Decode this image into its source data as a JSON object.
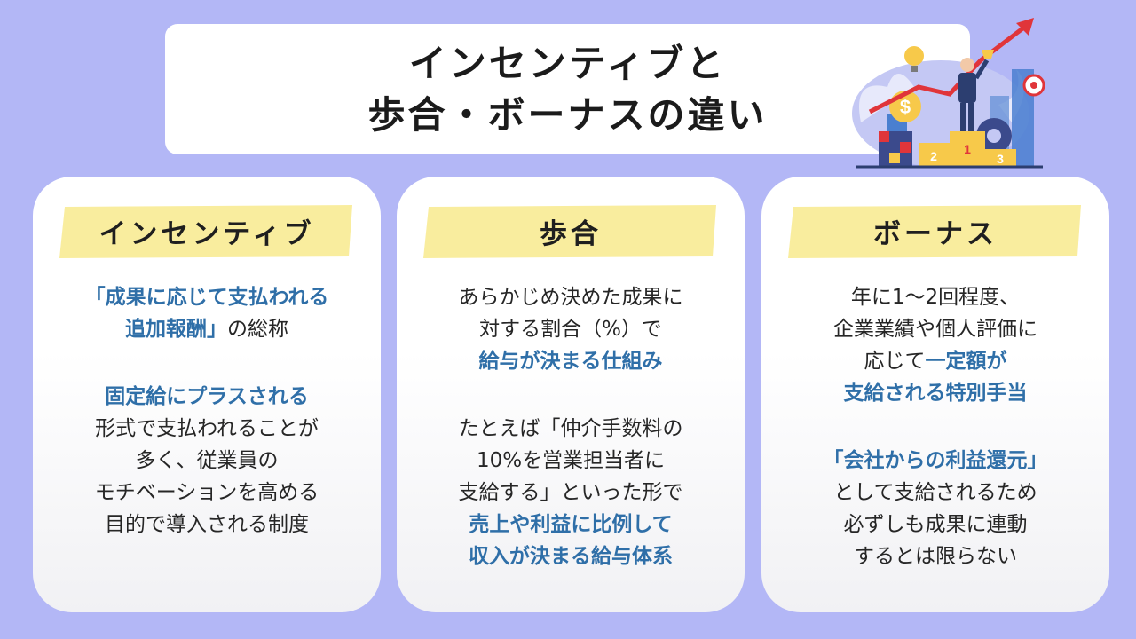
{
  "title": {
    "line1": "インセンティブと",
    "line2": "歩合・ボーナスの違い"
  },
  "illustration": {
    "icon": "business-growth-illustration",
    "podium": [
      "2",
      "1",
      "3"
    ],
    "colors": {
      "blue": "#4a7fd0",
      "yellow": "#f7c94a",
      "red": "#e0353a"
    }
  },
  "cards": [
    {
      "heading": "インセンティブ",
      "lines": [
        [
          {
            "t": "「成果に応じて支払われる",
            "h": true
          }
        ],
        [
          {
            "t": "追加報酬」",
            "h": true
          },
          {
            "t": "の総称",
            "h": false
          }
        ],
        [],
        [
          {
            "t": "固定給にプラスされる",
            "h": true
          }
        ],
        [
          {
            "t": "形式で支払われることが",
            "h": false
          }
        ],
        [
          {
            "t": "多く、従業員の",
            "h": false
          }
        ],
        [
          {
            "t": "モチベーションを高める",
            "h": false
          }
        ],
        [
          {
            "t": "目的で導入される制度",
            "h": false
          }
        ]
      ]
    },
    {
      "heading": "歩合",
      "lines": [
        [
          {
            "t": "あらかじめ決めた成果に",
            "h": false
          }
        ],
        [
          {
            "t": "対する割合（%）で",
            "h": false
          }
        ],
        [
          {
            "t": "給与が決まる仕組み",
            "h": true
          }
        ],
        [],
        [
          {
            "t": "たとえば「仲介手数料の",
            "h": false
          }
        ],
        [
          {
            "t": "10%を営業担当者に",
            "h": false
          }
        ],
        [
          {
            "t": "支給する」といった形で",
            "h": false
          }
        ],
        [
          {
            "t": "売上や利益に比例して",
            "h": true
          }
        ],
        [
          {
            "t": "収入が決まる給与体系",
            "h": true
          }
        ]
      ]
    },
    {
      "heading": "ボーナス",
      "lines": [
        [
          {
            "t": "年に1〜2回程度、",
            "h": false
          }
        ],
        [
          {
            "t": "企業業績や個人評価に",
            "h": false
          }
        ],
        [
          {
            "t": "応じて",
            "h": false
          },
          {
            "t": "一定額が",
            "h": true
          }
        ],
        [
          {
            "t": "支給される特別手当",
            "h": true
          }
        ],
        [],
        [
          {
            "t": "「会社からの利益還元」",
            "h": true
          }
        ],
        [
          {
            "t": "として支給されるため",
            "h": false
          }
        ],
        [
          {
            "t": "必ずしも成果に連動",
            "h": false
          }
        ],
        [
          {
            "t": "するとは限らない",
            "h": false
          }
        ]
      ]
    }
  ],
  "colors": {
    "background": "#b3b7f6",
    "highlight": "#2f6fa8",
    "tag": "#f9ed9e"
  }
}
